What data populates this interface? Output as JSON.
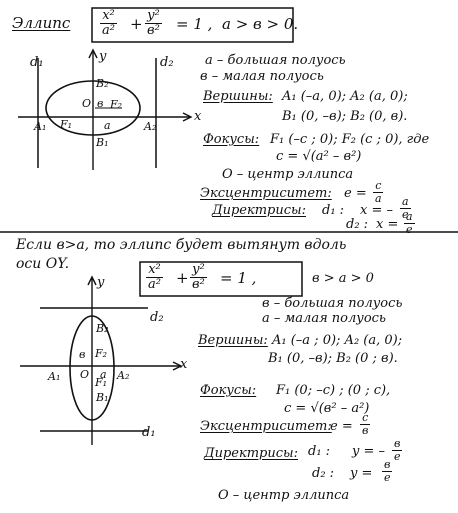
{
  "section1": {
    "title": "Эллипс",
    "eq_x_num": "x²",
    "eq_x_den": "a²",
    "eq_plus": "+",
    "eq_y_num": "y²",
    "eq_y_den": "в²",
    "eq_rhs": "= 1 ,",
    "cond": "a > в > 0.",
    "axis_note_a": "a – большая полуось",
    "axis_note_b": "в – малая полуось",
    "vertices_label": "Вершины:",
    "vertices_line1": "A₁ (–a, 0);  A₂ (a, 0);",
    "vertices_line2": "B₁ (0, –в);  B₂ (0, в).",
    "foci_label": "Фокусы:",
    "foci_line": "F₁ (–c ; 0);  F₂ (c ; 0),  где",
    "c_formula": "c = √(a² – в²)",
    "center_note": "O – центр эллипса",
    "ecc_label": "Эксцентриситет:",
    "ecc_eq": "e =",
    "ecc_num": "c",
    "ecc_den": "a",
    "dir_label": "Директрисы:",
    "d1_label": "d₁ :",
    "d1_eq": "x = –",
    "d1_num": "a",
    "d1_den": "e",
    "d2_label": "d₂ :",
    "d2_eq": "x =",
    "d2_num": "a",
    "d2_den": "e",
    "graph": {
      "d1": "d₁",
      "d2": "d₂",
      "y": "y",
      "x": "x",
      "B2": "B₂",
      "B1": "B₁",
      "A1": "A₁",
      "A2": "A₂",
      "F1": "F₁",
      "F2": "F₂",
      "O": "O",
      "b": "в",
      "a": "a"
    }
  },
  "section2": {
    "intro_line1": "Если в>a, то эллипс будет вытянут вдоль",
    "intro_line2": "оси OY.",
    "eq_x_num": "x²",
    "eq_x_den": "a²",
    "eq_plus": "+",
    "eq_y_num": "y²",
    "eq_y_den": "в²",
    "eq_rhs": "= 1 ,",
    "cond": "в > a > 0",
    "axis_note_b": "в – большая полуось",
    "axis_note_a": "a – малая полуось",
    "vertices_label": "Вершины:",
    "vertices_line1": "A₁ (–a ; 0);  A₂ (a, 0);",
    "vertices_line2": "B₁ (0, –в);  B₂ (0 ; в).",
    "foci_label": "Фокусы:",
    "foci_line": "F₁ (0; –c) ;  (0 ; c),",
    "c_formula": "c = √(в² – a²)",
    "ecc_label": "Эксцентриситет:",
    "ecc_eq": "e =",
    "ecc_num": "c",
    "ecc_den": "в",
    "dir_label": "Директрисы:",
    "d1_label": "d₁ :",
    "d1_eq": "y = –",
    "d1_num": "в",
    "d1_den": "e",
    "d2_label": "d₂ :",
    "d2_eq": "y =",
    "d2_num": "в",
    "d2_den": "e",
    "center_note": "O – центр эллипса",
    "graph": {
      "y": "y",
      "x": "x",
      "d2": "d₂",
      "d1": "d₁",
      "B2": "B₂",
      "B1": "B₁",
      "A1": "A₁",
      "A2": "A₂",
      "F1": "F₁",
      "F2": "F₂",
      "O": "O",
      "b": "в",
      "a": "a"
    }
  }
}
